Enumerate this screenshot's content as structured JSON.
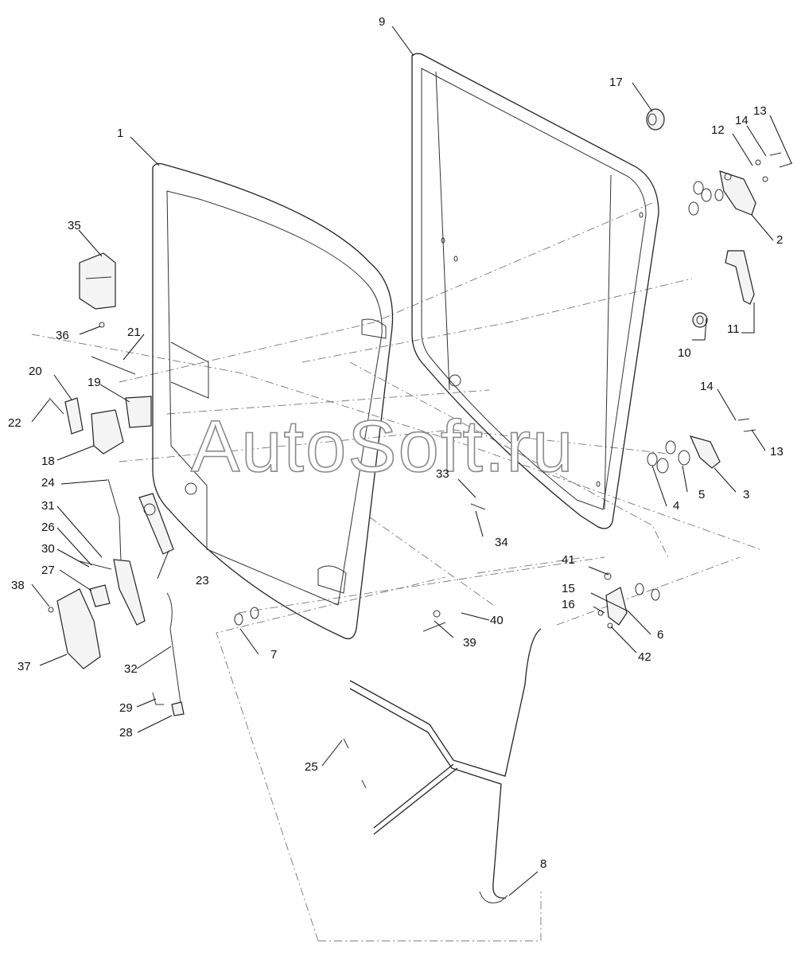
{
  "watermark": "AutoSoft.ru",
  "callouts": [
    "1",
    "2",
    "3",
    "4",
    "5",
    "6",
    "7",
    "8",
    "9",
    "10",
    "11",
    "12",
    "13",
    "14",
    "13",
    "14",
    "15",
    "16",
    "17",
    "18",
    "19",
    "20",
    "21",
    "22",
    "23",
    "24",
    "25",
    "26",
    "27",
    "28",
    "29",
    "30",
    "31",
    "32",
    "33",
    "34",
    "35",
    "36",
    "37",
    "38",
    "39",
    "40",
    "41",
    "42"
  ],
  "colors": {
    "line": "#222222",
    "dash": "#777777",
    "watermark_stroke": "#8a8a8a",
    "background": "#ffffff"
  }
}
